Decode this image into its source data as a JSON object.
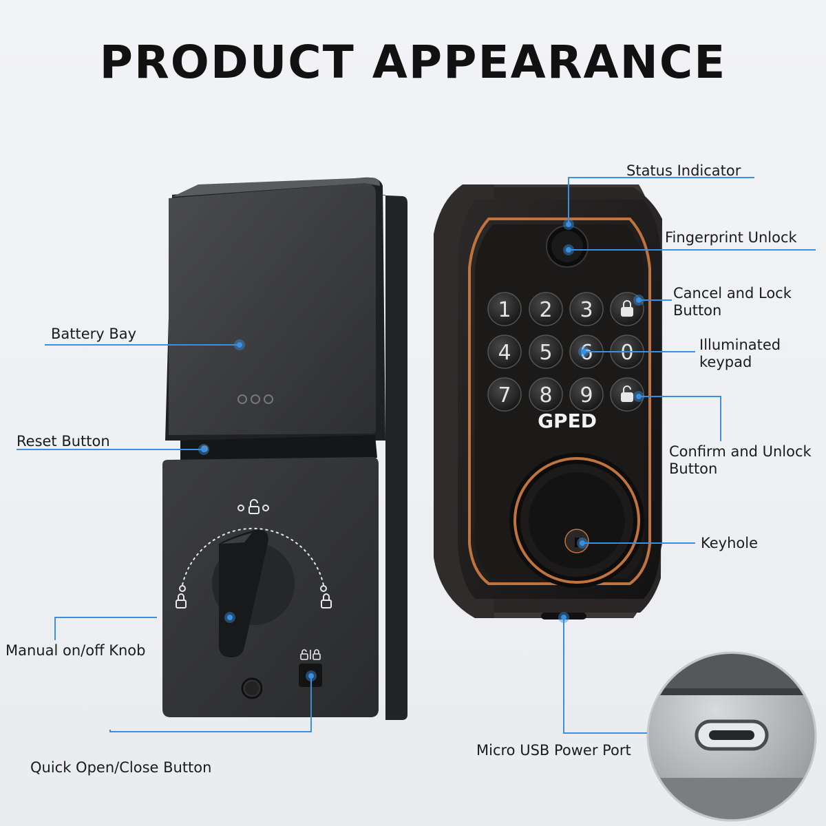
{
  "title": "PRODUCT APPEARANCE",
  "brand": "GPED",
  "keypad": [
    "1",
    "2",
    "3",
    "4",
    "5",
    "6",
    "0",
    "7",
    "8",
    "9"
  ],
  "labels": {
    "battery_bay": "Battery Bay",
    "reset_button": "Reset Button",
    "manual_knob": "Manual on/off Knob",
    "quick_button": "Quick Open/Close Button",
    "status_indicator": "Status Indicator",
    "fingerprint_unlock": "Fingerprint Unlock",
    "cancel_lock": [
      "Cancel and Lock",
      "Button"
    ],
    "illuminated_keypad": [
      "Illuminated",
      "keypad"
    ],
    "confirm_unlock": [
      "Confirm and Unlock",
      "Button"
    ],
    "keyhole": "Keyhole",
    "usb_port": "Micro USB Power Port"
  },
  "colors": {
    "callout": "#3a8fe0",
    "bronze": "#c1733e",
    "lock_body": "#2a2b2d"
  },
  "icons": [
    "lock-icon",
    "unlock-icon",
    "fingerprint-icon",
    "usb-c-port-icon"
  ]
}
